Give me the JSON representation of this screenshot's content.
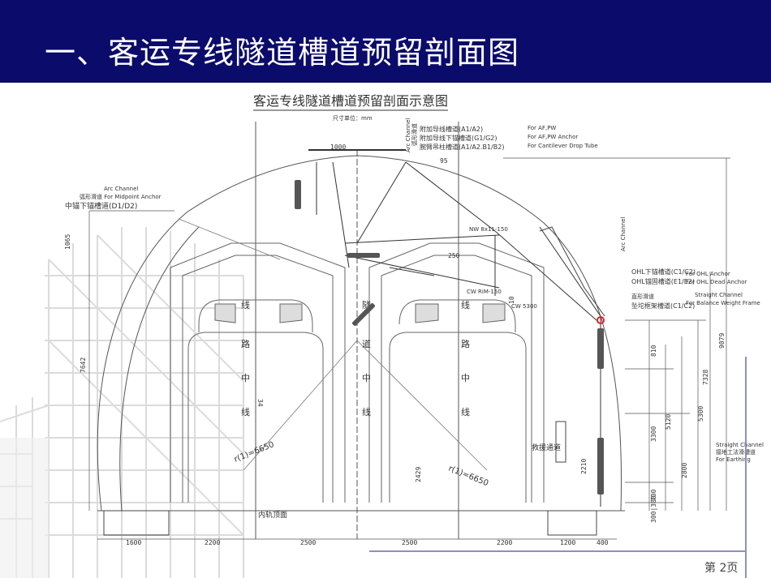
{
  "slide": {
    "title": "一、客运专线隧道槽道预留剖面图",
    "page_number": "第 2页"
  },
  "diagram": {
    "caption": "客运专线隧道槽道预留剖面示意图",
    "unit_note": "尺寸单位：mm",
    "labels": {
      "arc_channel_left": "Arc Channel",
      "midpoint_en": "弧形滑道 For Midpoint Anchor",
      "midpoint_cn": "中锚下锚槽道(D1/D2)",
      "arc_channel_top": "Arc Channel",
      "arc_top_cn": "弧形滑道",
      "af_pw_1": "附加导线槽道(A1/A2)",
      "af_pw_1_en": "For AF,PW",
      "af_pw_2": "附加导线下锚槽道(G1/G2)",
      "af_pw_2_en": "For AF,PW Anchor",
      "cantilever": "腕臂吊柱槽道(A1/A2.B1/B2)",
      "cantilever_en": "For Cantilever Drop Tube",
      "arc_channel_right": "Arc Channel",
      "ohl_1": "OHL下锚槽道(C1/C2)",
      "ohl_1_en": "For OHL Anchor",
      "ohl_2": "OHL锚固槽道(E1/E2)",
      "ohl_2_en": "For OHL Dead Anchor",
      "straight_1": "Straight Channel",
      "straight_1_cn": "直形滑道",
      "straight_1_en": "For Balance Weight Frame",
      "straight_1_b": "坠坨框架槽道(C1/C2)",
      "straight_2": "Straight Channel",
      "straight_2_cn": "接地工法滑槽道",
      "straight_2_en": "For Earthing",
      "nw": "NW 8x11-150",
      "cw": "CW RiM-150",
      "cw_5300": "CW 5300",
      "rail_top": "内轨顶面",
      "evac": "救援通道",
      "r_left": "r(1)=6650",
      "r_right": "r(1)=6650",
      "track1": [
        "线",
        "路",
        "中",
        "线"
      ],
      "track2": [
        "线",
        "路",
        "中",
        "线"
      ],
      "tunnel_mid": [
        "隧",
        "道",
        "中",
        "线"
      ]
    },
    "dims": {
      "d1000": "1000",
      "d95": "95",
      "d1065": "1065",
      "d7642": "7642",
      "d34": "34",
      "d2429": "2429",
      "d250": "250",
      "d10": "10",
      "d810": "810",
      "d3300": "3300",
      "d2210": "2210",
      "d700": "700",
      "d300": "300|300",
      "d2800": "2800",
      "d5120": "5120",
      "d5300": "5300",
      "d7328": "7328",
      "d9079": "9079",
      "b1600": "1600",
      "b2200a": "2200",
      "b2500a": "2500",
      "b2500b": "2500",
      "b2200b": "2200",
      "b1200": "1200",
      "b400": "400"
    }
  }
}
